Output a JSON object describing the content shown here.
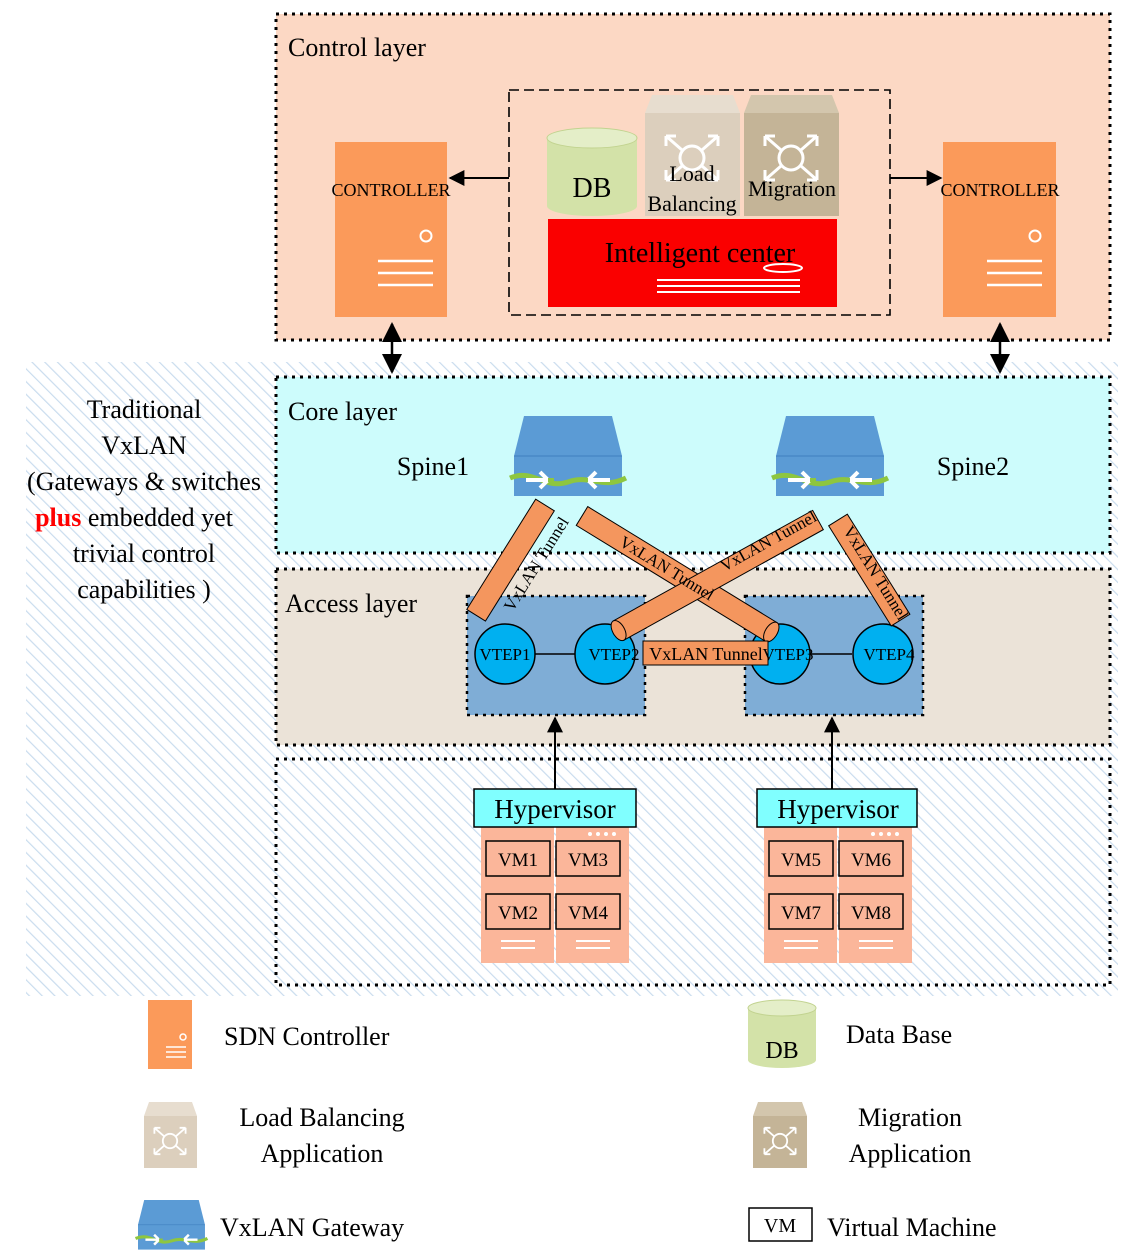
{
  "layers": {
    "control": "Control layer",
    "core": "Core layer",
    "access": "Access layer"
  },
  "controller_label": "CONTROLLER",
  "intelligent_center": {
    "db": "DB",
    "load_balancing_line1": "Load",
    "load_balancing_line2": "Balancing",
    "migration": "Migration",
    "title": "Intelligent center"
  },
  "spines": [
    "Spine1",
    "Spine2"
  ],
  "vteps": [
    "VTEP1",
    "VTEP2",
    "VTEP3",
    "VTEP4"
  ],
  "tunnel_label": "VxLAN Tunnel",
  "hypervisor_label": "Hypervisor",
  "vms_left": [
    "VM1",
    "VM3",
    "VM2",
    "VM4"
  ],
  "vms_right": [
    "VM5",
    "VM6",
    "VM7",
    "VM8"
  ],
  "side_note": {
    "line1": "Traditional",
    "line2": "VxLAN",
    "line3": "(Gateways & switches",
    "line4_highlight": "plus",
    "line4_rest": " embedded yet",
    "line5": "trivial control",
    "line6": "capabilities )"
  },
  "legend": {
    "sdn_controller": "SDN Controller",
    "data_base": "Data Base",
    "db_icon_text": "DB",
    "load_balancing_line1": "Load Balancing",
    "load_balancing_line2": "Application",
    "migration_line1": "Migration",
    "migration_line2": "Application",
    "vxlan_gateway": "VxLAN Gateway",
    "vm_icon_text": "VM",
    "virtual_machine": "Virtual Machine"
  },
  "colors": {
    "control_bg": "#fcd8c4",
    "core_bg": "#cdfcfc",
    "access_bg": "#ebe3d8",
    "controller": "#fb9a5a",
    "intelligent_center": "#fa0000",
    "db": "#d3e2a8",
    "load_balancing": "#dccfbd",
    "migration": "#c4b497",
    "gateway": "#5b9bd5",
    "vtep": "#00b0f0",
    "tunnel": "#f4965e",
    "hypervisor": "#80ffff",
    "vm_server": "#fbb69a",
    "highlight": "#ff0000"
  }
}
